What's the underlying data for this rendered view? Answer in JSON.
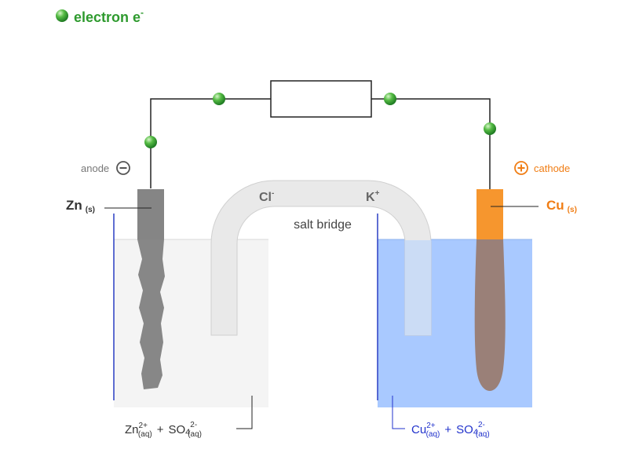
{
  "legend": {
    "label": "electron e",
    "superscript": "-",
    "icon": "electron-icon"
  },
  "anode": {
    "label": "anode",
    "sign_icon": "minus-circle-icon",
    "electrode": "Zn",
    "state": "(s)",
    "color": "#555555"
  },
  "cathode": {
    "label": "cathode",
    "sign_icon": "plus-circle-icon",
    "electrode": "Cu",
    "state": "(s)",
    "color": "#f07d14"
  },
  "salt_bridge": {
    "label": "salt bridge",
    "anion": "Cl",
    "anion_charge": "-",
    "cation": "K",
    "cation_charge": "+"
  },
  "left_solution": {
    "ion1": "Zn",
    "ion1_charge": "2+",
    "ion1_state": "(aq)",
    "plus": "+",
    "ion2": "SO",
    "ion2_sub": "4",
    "ion2_charge": "2-",
    "ion2_state": "(aq)",
    "color": "#333333"
  },
  "right_solution": {
    "ion1": "Cu",
    "ion1_charge": "2+",
    "ion1_state": "(aq)",
    "plus": "+",
    "ion2": "SO",
    "ion2_sub": "4",
    "ion2_charge": "2-",
    "ion2_state": "(aq)",
    "color": "#2233cc"
  },
  "colors": {
    "electron": "#3aa33a",
    "legend_text": "#2e9a2e",
    "beaker": "#2a3fc4",
    "copper_solution": "#a9c9ff",
    "zinc_solution": "#f3f3f3",
    "zinc": "#808080",
    "copper_rod": "#f6962e",
    "copper_deposit": "#9a8078",
    "salt_bridge": "#e8e8e8"
  }
}
